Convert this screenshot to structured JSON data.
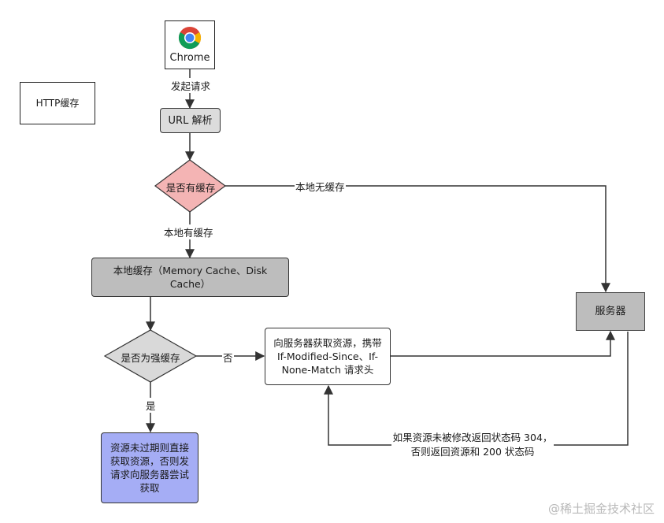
{
  "title": "HTTP缓存",
  "browser": {
    "label": "Chrome",
    "icon": "chrome-icon"
  },
  "nodes": {
    "url_parse": "URL 解析",
    "has_cache": "是否有缓存",
    "local_cache": "本地缓存（Memory Cache、Disk Cache）",
    "is_strong": "是否为强缓存",
    "fetch": "向服务器获取资源，携带 If-Modified-Since、If-None-Match 请求头",
    "server": "服务器",
    "result": "资源未过期则直接获取资源，否则发请求向服务器尝试获取"
  },
  "edges": {
    "send_request": "发起请求",
    "no_local_cache": "本地无缓存",
    "has_local_cache": "本地有缓存",
    "no": "否",
    "yes": "是"
  },
  "server_note": "如果资源未被修改返回状态码 304，否则返回资源和 200 状态码",
  "watermark": "@稀土掘金技术社区",
  "colors": {
    "diamond_red": "#f4b4b4",
    "diamond_gray": "#d9d9d9",
    "box_gray": "#bdbdbd",
    "result_blue": "#a5adf5"
  }
}
